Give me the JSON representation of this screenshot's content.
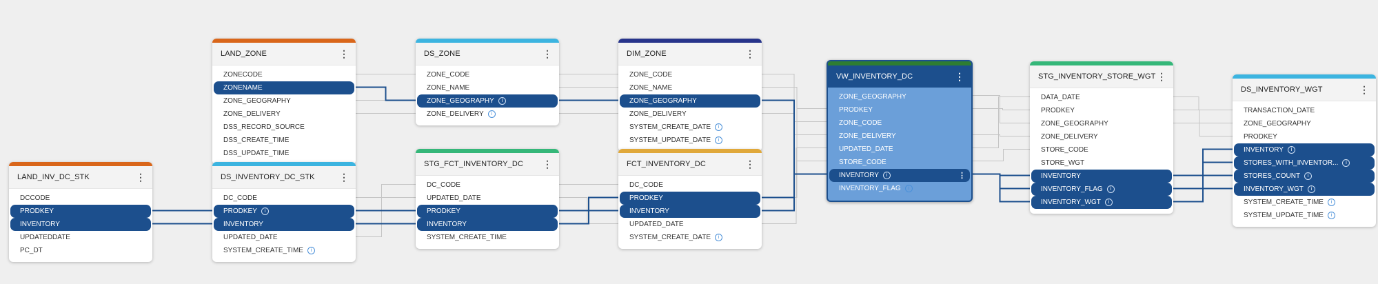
{
  "tables": [
    {
      "id": "land_inv_dc_stk",
      "title": "LAND_INV_DC_STK",
      "color": "#d9661a",
      "rows": [
        {
          "label": "DCCODE"
        },
        {
          "label": "PRODKEY",
          "sel": true
        },
        {
          "label": "INVENTORY",
          "sel": true
        },
        {
          "label": "UPDATEDDATE"
        },
        {
          "label": "PC_DT"
        }
      ]
    },
    {
      "id": "land_zone",
      "title": "LAND_ZONE",
      "color": "#d9661a",
      "rows": [
        {
          "label": "ZONECODE"
        },
        {
          "label": "ZONENAME",
          "sel": true
        },
        {
          "label": "ZONE_GEOGRAPHY"
        },
        {
          "label": "ZONE_DELIVERY"
        },
        {
          "label": "DSS_RECORD_SOURCE"
        },
        {
          "label": "DSS_CREATE_TIME"
        },
        {
          "label": "DSS_UPDATE_TIME"
        }
      ]
    },
    {
      "id": "ds_inventory_dc_stk",
      "title": "DS_INVENTORY_DC_STK",
      "color": "#3cb4e0",
      "rows": [
        {
          "label": "DC_CODE"
        },
        {
          "label": "PRODKEY",
          "sel": true,
          "info": true
        },
        {
          "label": "INVENTORY",
          "sel": true
        },
        {
          "label": "UPDATED_DATE"
        },
        {
          "label": "SYSTEM_CREATE_TIME",
          "info": true
        }
      ]
    },
    {
      "id": "ds_zone",
      "title": "DS_ZONE",
      "color": "#3cb4e0",
      "rows": [
        {
          "label": "ZONE_CODE"
        },
        {
          "label": "ZONE_NAME"
        },
        {
          "label": "ZONE_GEOGRAPHY",
          "sel": true,
          "info": true
        },
        {
          "label": "ZONE_DELIVERY",
          "info": true
        }
      ]
    },
    {
      "id": "stg_fct_inventory_dc",
      "title": "STG_FCT_INVENTORY_DC",
      "color": "#35b779",
      "rows": [
        {
          "label": "DC_CODE"
        },
        {
          "label": "UPDATED_DATE"
        },
        {
          "label": "PRODKEY",
          "sel": true
        },
        {
          "label": "INVENTORY",
          "sel": true
        },
        {
          "label": "SYSTEM_CREATE_TIME"
        }
      ]
    },
    {
      "id": "dim_zone",
      "title": "DIM_ZONE",
      "color": "#27348b",
      "rows": [
        {
          "label": "ZONE_CODE"
        },
        {
          "label": "ZONE_NAME"
        },
        {
          "label": "ZONE_GEOGRAPHY",
          "sel": true
        },
        {
          "label": "ZONE_DELIVERY"
        },
        {
          "label": "SYSTEM_CREATE_DATE",
          "info": true
        },
        {
          "label": "SYSTEM_UPDATE_DATE",
          "info": true
        }
      ]
    },
    {
      "id": "fct_inventory_dc",
      "title": "FCT_INVENTORY_DC",
      "color": "#e0a83a",
      "rows": [
        {
          "label": "DC_CODE"
        },
        {
          "label": "PRODKEY",
          "sel": true
        },
        {
          "label": "INVENTORY",
          "sel": true
        },
        {
          "label": "UPDATED_DATE"
        },
        {
          "label": "SYSTEM_CREATE_DATE",
          "info": true
        }
      ]
    },
    {
      "id": "vw_inventory_dc",
      "title": "VW_INVENTORY_DC",
      "color": "#2e7d32",
      "focus": true,
      "rows": [
        {
          "label": "ZONE_GEOGRAPHY"
        },
        {
          "label": "PRODKEY"
        },
        {
          "label": "ZONE_CODE"
        },
        {
          "label": "ZONE_DELIVERY"
        },
        {
          "label": "UPDATED_DATE"
        },
        {
          "label": "STORE_CODE"
        },
        {
          "label": "INVENTORY",
          "sel": true,
          "info": true,
          "menu": true
        },
        {
          "label": "INVENTORY_FLAG",
          "info": true
        }
      ]
    },
    {
      "id": "stg_inventory_store_wgt",
      "title": "STG_INVENTORY_STORE_WGT",
      "color": "#35b779",
      "rows": [
        {
          "label": "DATA_DATE"
        },
        {
          "label": "PRODKEY"
        },
        {
          "label": "ZONE_GEOGRAPHY"
        },
        {
          "label": "ZONE_DELIVERY"
        },
        {
          "label": "STORE_CODE"
        },
        {
          "label": "STORE_WGT"
        },
        {
          "label": "INVENTORY",
          "sel": true
        },
        {
          "label": "INVENTORY_FLAG",
          "sel": true,
          "info": true
        },
        {
          "label": "INVENTORY_WGT",
          "sel": true,
          "info": true
        }
      ]
    },
    {
      "id": "ds_inventory_wgt",
      "title": "DS_INVENTORY_WGT",
      "color": "#3cb4e0",
      "rows": [
        {
          "label": "TRANSACTION_DATE"
        },
        {
          "label": "ZONE_GEOGRAPHY"
        },
        {
          "label": "PRODKEY"
        },
        {
          "label": "INVENTORY",
          "sel": true,
          "info": true
        },
        {
          "label": "STORES_WITH_INVENTOR...",
          "sel": true,
          "info": true
        },
        {
          "label": "STORES_COUNT",
          "sel": true,
          "info": true
        },
        {
          "label": "INVENTORY_WGT",
          "sel": true,
          "info": true
        },
        {
          "label": "SYSTEM_CREATE_TIME",
          "info": true
        },
        {
          "label": "SYSTEM_UPDATE_TIME",
          "info": true
        }
      ]
    }
  ],
  "colors": {
    "selected_row": "#1c4f8d",
    "focus_card": "#6b9fd9",
    "strong_link": "#1c4f8d",
    "faint_link": "#c4c4c4"
  },
  "icons": {
    "menu": "kebab-menu-icon",
    "info": "info-icon"
  }
}
